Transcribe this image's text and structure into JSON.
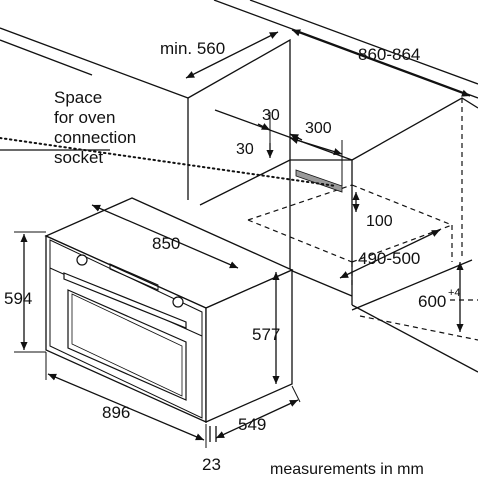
{
  "labels": {
    "min_depth": "min. 560",
    "niche_width": "860-864",
    "socket_note": [
      "Space",
      "for oven",
      "connection",
      "socket"
    ],
    "offset_30_top": "30",
    "offset_30_side": "30",
    "socket_width": "300",
    "niche_gap": "100",
    "oven_width_top": "850",
    "niche_depth": "490-500",
    "oven_height": "594",
    "niche_height": "600",
    "niche_height_tolerance": "+4",
    "oven_depth": "577",
    "oven_width": "896",
    "front_depth": "549",
    "front_offset": "23",
    "unit_note": "measurements in mm"
  }
}
